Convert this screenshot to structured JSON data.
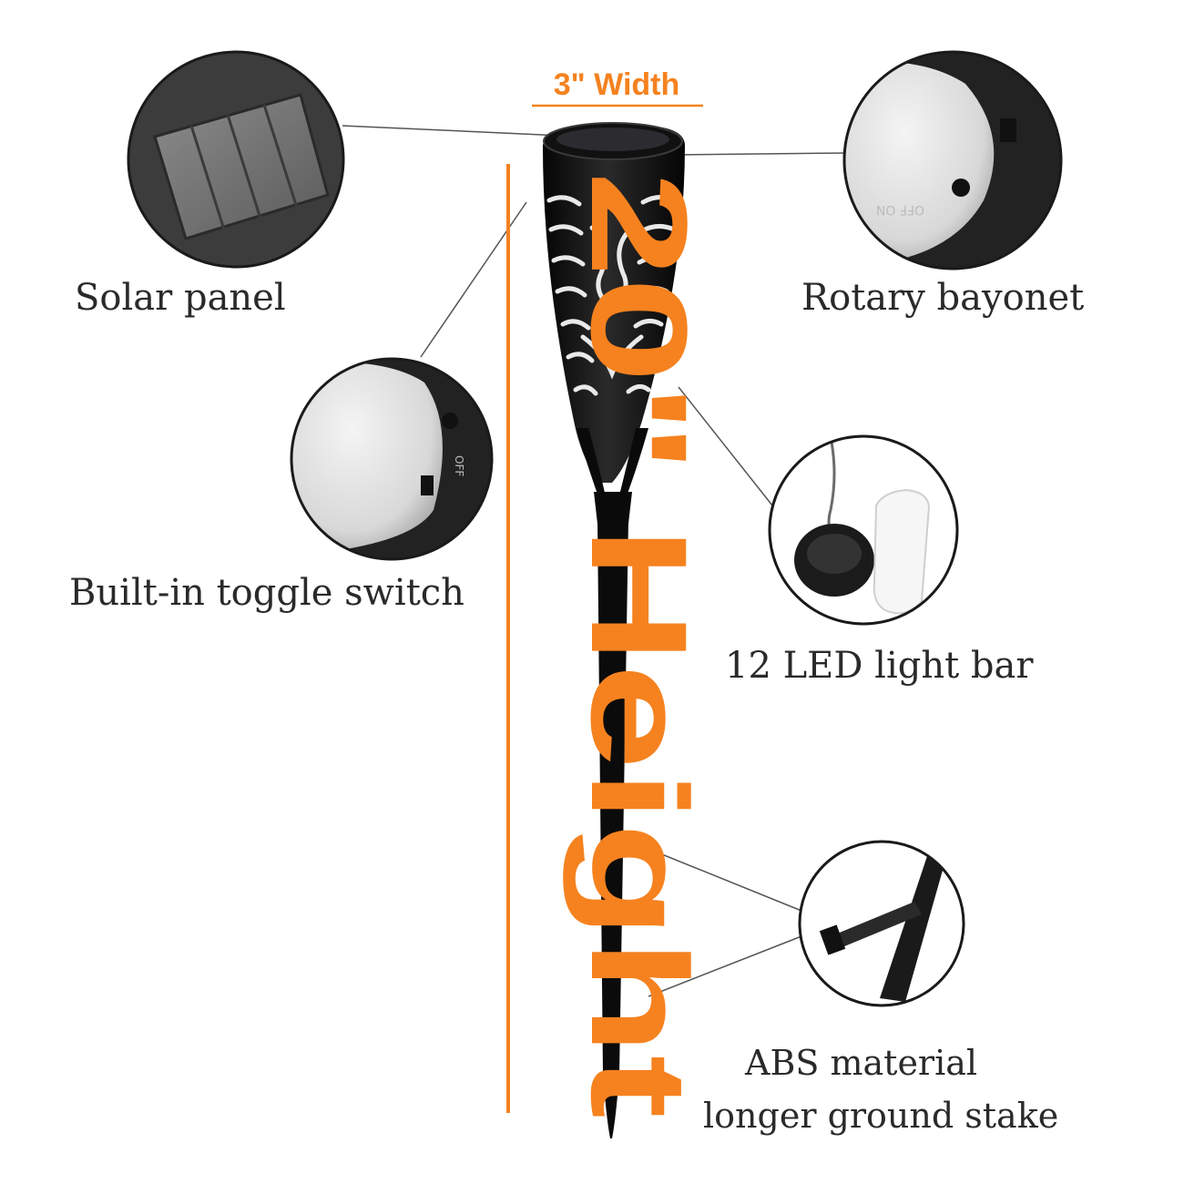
{
  "colors": {
    "accent": "#F5821F",
    "product": "#0b0b0b",
    "leader": "#555555",
    "callout_ring": "#1a1a1a",
    "text": "#2a2a2a"
  },
  "dimensions": {
    "width_label": "3\" Width",
    "height_label": "20\" Height"
  },
  "callouts": {
    "solar_panel": {
      "label": "Solar panel",
      "icon": "solar-panel-icon"
    },
    "rotary_bayonet": {
      "label": "Rotary bayonet",
      "icon": "bayonet-cap-icon"
    },
    "toggle_switch": {
      "label": "Built-in toggle switch",
      "icon": "toggle-switch-icon"
    },
    "led_bar": {
      "label": "12 LED light bar",
      "icon": "led-bar-icon"
    },
    "ground_stake": {
      "label_line1": "ABS material",
      "label_line2": "longer ground stake",
      "icon": "ground-stake-icon"
    }
  }
}
